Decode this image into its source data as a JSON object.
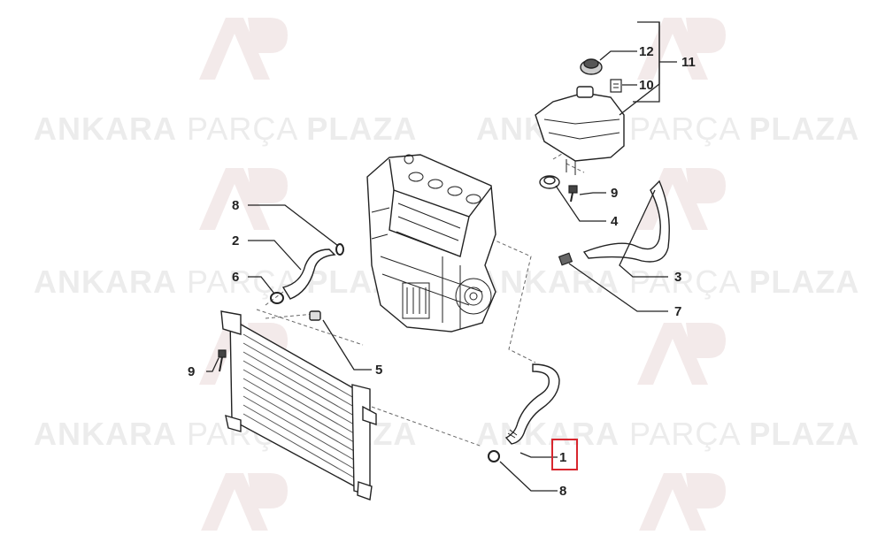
{
  "watermark": {
    "word_bold_1": "ANKARA",
    "word_thin": "PARÇA",
    "word_bold_2": "PLAZA",
    "logo_letters": "AP"
  },
  "callouts": {
    "c1": "1",
    "c2": "2",
    "c3": "3",
    "c4": "4",
    "c5": "5",
    "c6": "6",
    "c7": "7",
    "c8_top": "8",
    "c8_bottom": "8",
    "c9_left": "9",
    "c9_right": "9",
    "c10": "10",
    "c11": "11",
    "c12": "12"
  },
  "highlight": {
    "part": "1",
    "color": "#d8262e"
  }
}
